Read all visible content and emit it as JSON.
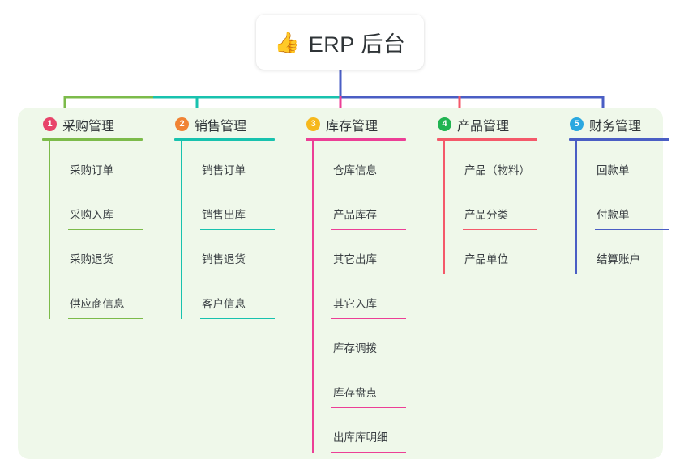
{
  "diagram": {
    "type": "mind-map",
    "root": {
      "icon": "thumbs-up-icon",
      "icon_glyph": "👍",
      "label": "ERP 后台"
    },
    "background_color": "#eff8ea",
    "branches": [
      {
        "number": "1",
        "label": "采购管理",
        "badge_color": "#e8446a",
        "line_color": "#7cbb4a",
        "items": [
          "采购订单",
          "采购入库",
          "采购退货",
          "供应商信息"
        ]
      },
      {
        "number": "2",
        "label": "销售管理",
        "badge_color": "#f08334",
        "line_color": "#18c2ae",
        "items": [
          "销售订单",
          "销售出库",
          "销售退货",
          "客户信息"
        ]
      },
      {
        "number": "3",
        "label": "库存管理",
        "badge_color": "#f6b81c",
        "line_color": "#ec3f96",
        "items": [
          "仓库信息",
          "产品库存",
          "其它出库",
          "其它入库",
          "库存调拨",
          "库存盘点",
          "出库库明细"
        ]
      },
      {
        "number": "4",
        "label": "产品管理",
        "badge_color": "#21b452",
        "line_color": "#f4596a",
        "items": [
          "产品（物料）",
          "产品分类",
          "产品单位"
        ]
      },
      {
        "number": "5",
        "label": "财务管理",
        "badge_color": "#2aa8e0",
        "line_color": "#4a5ec4",
        "items": [
          "回款单",
          "付款单",
          "结算账户"
        ]
      }
    ]
  }
}
